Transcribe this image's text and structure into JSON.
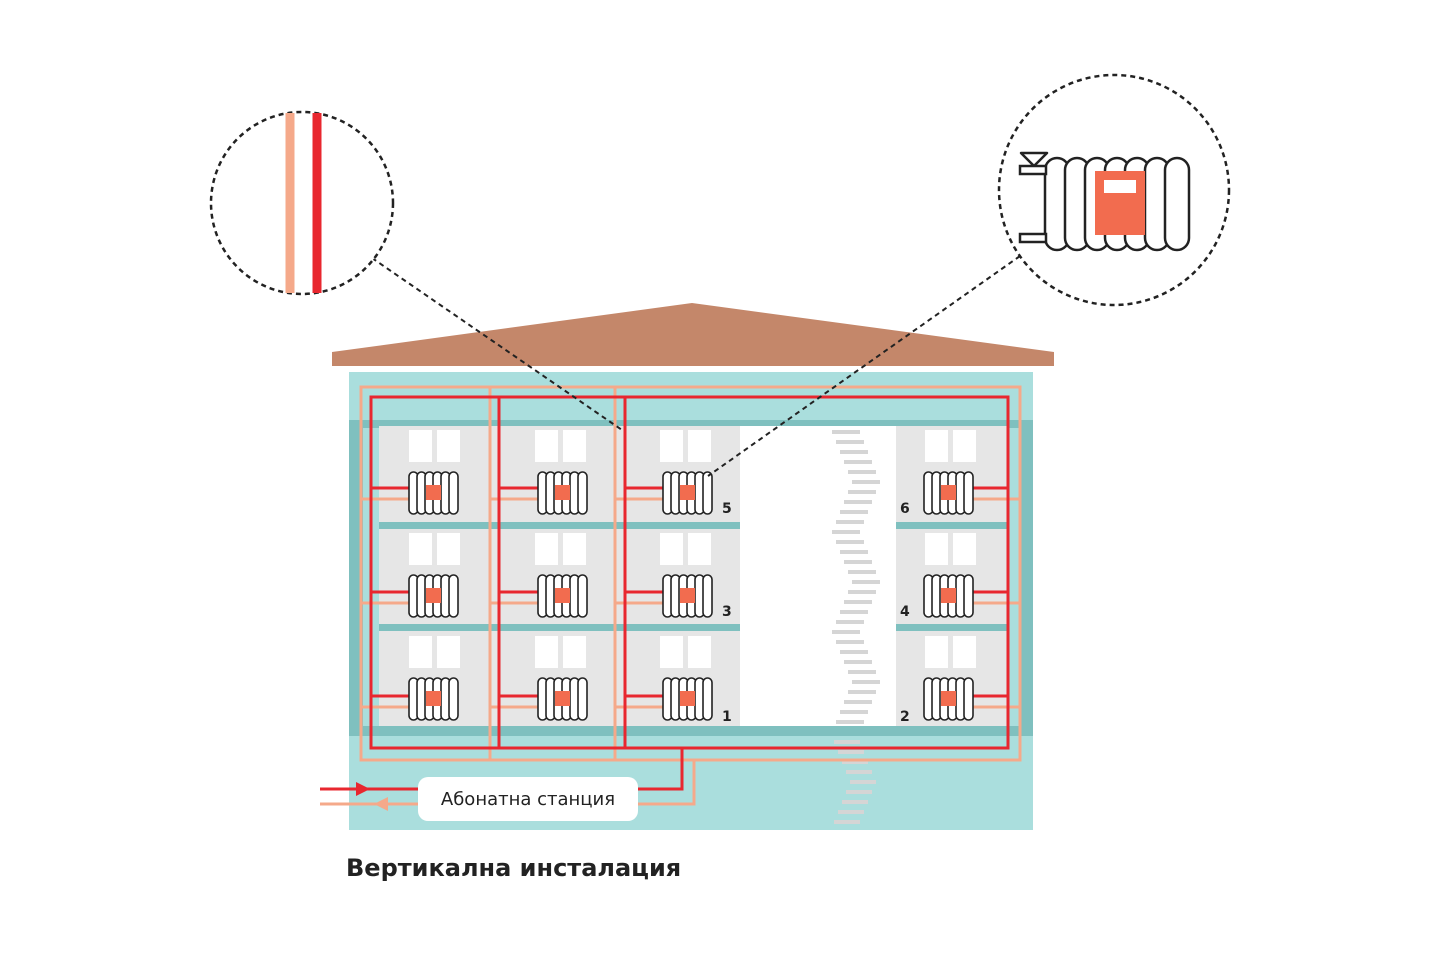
{
  "title": "Вертикална инсталация",
  "station_label": "Абонатна станция",
  "apartment_numbers": [
    "5",
    "6",
    "3",
    "4",
    "1",
    "2"
  ],
  "colors": {
    "roof": "#c4876a",
    "building": "#aadedd",
    "floor_band": "#7fc0bf",
    "room": "#e6e6e6",
    "supply_pipe": "#e8272f",
    "return_pipe": "#f5a98a",
    "radiator_valve": "#f26c4f",
    "stairs": "#d5d5d5",
    "text": "#222222"
  },
  "icons": {
    "pipe_zoom": "pipe-detail-icon",
    "radiator_zoom": "radiator-detail-icon",
    "radiator": "radiator-icon",
    "arrow": "arrow-icon"
  }
}
